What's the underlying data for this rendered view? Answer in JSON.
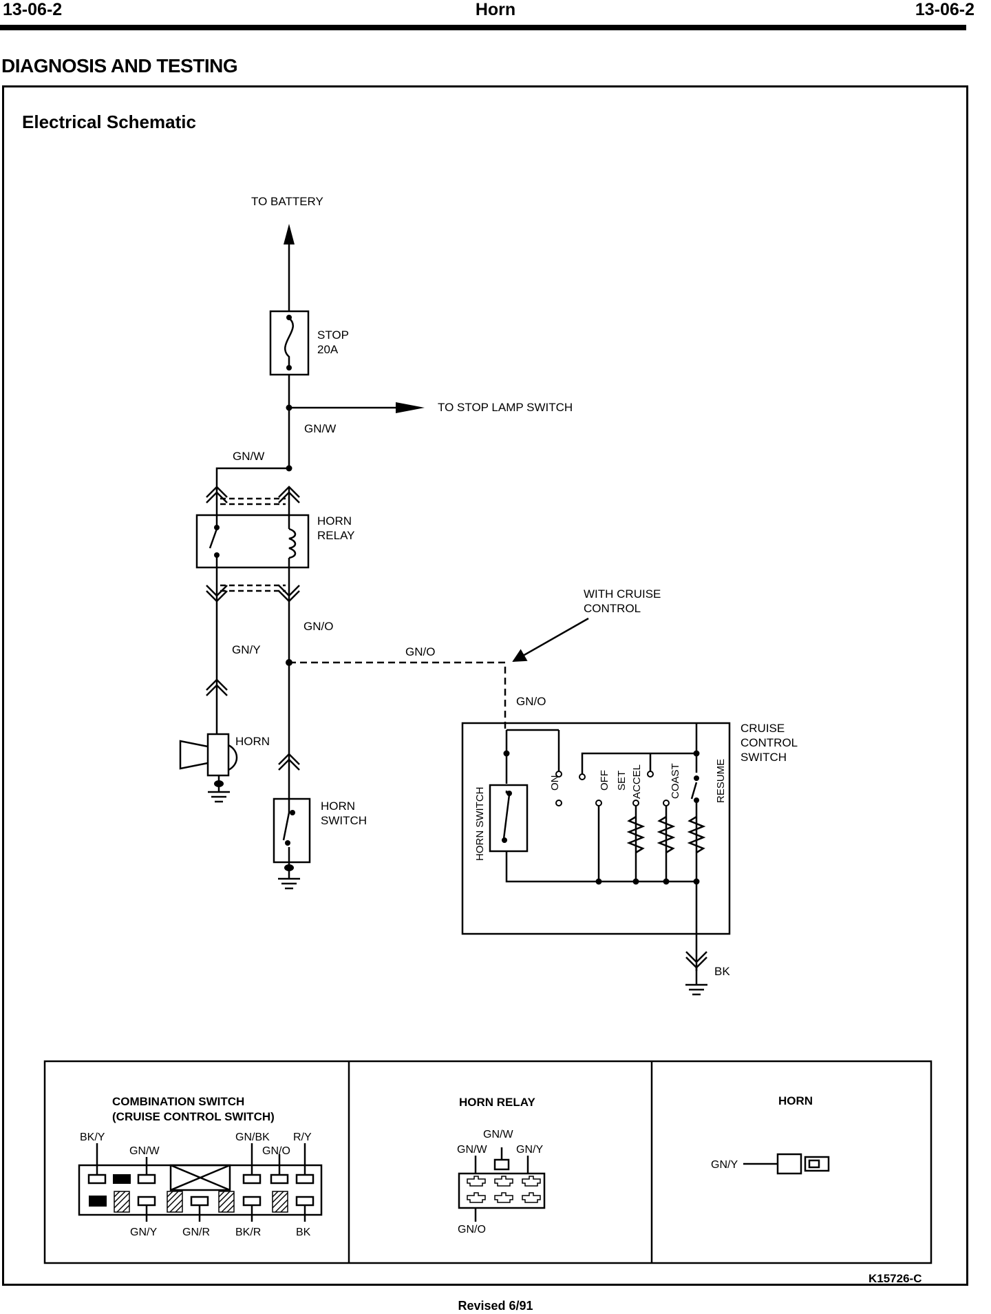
{
  "header": {
    "left": "13-06-2",
    "center": "Horn",
    "right": "13-06-2"
  },
  "section_title": "DIAGNOSIS AND TESTING",
  "frame_title": "Electrical Schematic",
  "schematic": {
    "to_battery": "TO BATTERY",
    "fuse": {
      "name": "STOP",
      "rating": "20A"
    },
    "to_stop_lamp": "TO STOP LAMP SWITCH",
    "wire_gnw_main": "GN/W",
    "wire_gnw_loop": "GN/W",
    "horn_relay": [
      "HORN",
      "RELAY"
    ],
    "wire_gno_main": "GN/O",
    "wire_gny": "GN/Y",
    "wire_gno_dashed": "GN/O",
    "wire_gno_vertical": "GN/O",
    "with_cruise": [
      "WITH CRUISE",
      "CONTROL"
    ],
    "horn": "HORN",
    "horn_switch": [
      "HORN",
      "SWITCH"
    ],
    "cruise_switch": [
      "CRUISE",
      "CONTROL",
      "SWITCH"
    ],
    "cs_labels": {
      "horn_switch": "HORN SWITCH",
      "on": "ON",
      "off": "OFF",
      "set": "SET",
      "accel": "ACCEL",
      "coast": "COAST",
      "resume": "RESUME"
    },
    "wire_bk": "BK"
  },
  "connectors": {
    "combination": {
      "title": [
        "COMBINATION SWITCH",
        "(CRUISE CONTROL SWITCH)"
      ],
      "top_labels": [
        "BK/Y",
        "GN/W",
        "GN/BK",
        "GN/O",
        "R/Y"
      ],
      "bottom_labels": [
        "GN/Y",
        "GN/R",
        "BK/R",
        "BK"
      ]
    },
    "horn_relay": {
      "title": "HORN RELAY",
      "labels": [
        "GN/W",
        "GN/W",
        "GN/Y",
        "GN/O"
      ]
    },
    "horn": {
      "title": "HORN",
      "label": "GN/Y"
    }
  },
  "figure_id": "K15726-C",
  "footer": "Revised 6/91"
}
